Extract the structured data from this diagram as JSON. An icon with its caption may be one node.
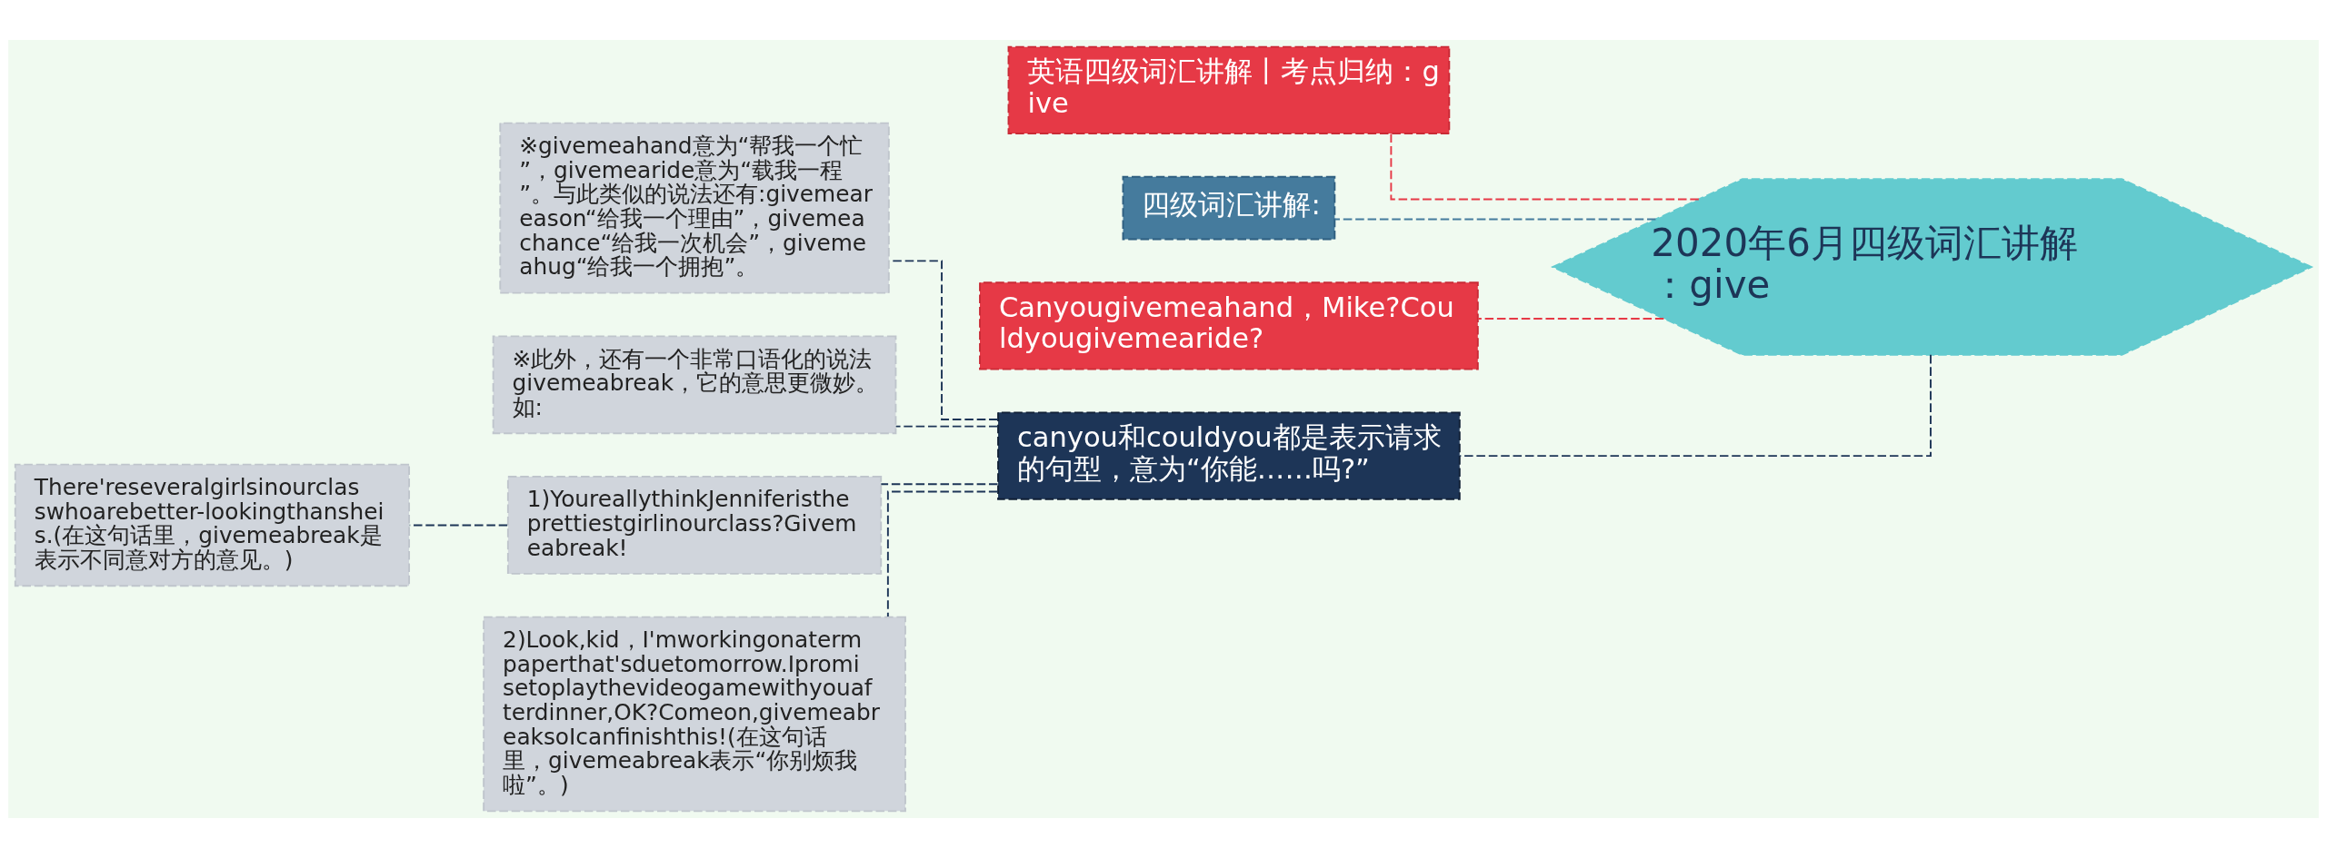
{
  "diagram": {
    "nodes": [
      {
        "text": [
          "2020年6月四级词汇讲解：give"
        ]
      },
      {
        "text": [
          "英语四级词汇讲解丨考点归纳：give"
        ]
      },
      {
        "text": [
          "四级词汇讲解:"
        ]
      },
      {
        "text": [
          "Canyougivemeahand，Mike?Couldyougivemearide?"
        ]
      },
      {
        "text": [
          "canyou和couldyou都是表示请求的句型，意为“你能……吗?”"
        ]
      },
      {
        "text": [
          "※givemeahand意为“帮我一个忙”，givemearide意为“载我一程”。与此类似的说法还有:givemeareason“给我一个理由”，givemeachance“给我一次机会”，givemeahug“给我一个拥抱”。"
        ]
      },
      {
        "text": [
          "※此外，还有一个非常口语化的说法givemeabreak，它的意思更微妙。如:"
        ]
      },
      {
        "text": [
          "1)YoureallythinkJenniferistheprettiestgirlinourclass?Givemeabreak!"
        ]
      },
      {
        "text": [
          "There'reseveralgirlsinourclasswhoarebetter-lookingthansheis.(在这句话里，givemeabreak是表示不同意对方的意见。)"
        ]
      },
      {
        "text": [
          "2)Look,kid，I'mworkingonatermpaperthat'sduetomorrow.Ipromisetoplaythevideogamewithyouafterdinner,OK?Comeon,givemeabreaksoIcanfinishthis!(在这句话里，givemeabreak表示“你别烦我啦”。)"
        ]
      }
    ],
    "edges": [
      {
        "from": 0,
        "to": 1,
        "arrow": "none",
        "style": "dashed",
        "color": "#e63946"
      },
      {
        "from": 0,
        "to": 2,
        "arrow": "none",
        "style": "dashed",
        "color": "#457b9d"
      },
      {
        "from": 0,
        "to": 3,
        "arrow": "none",
        "style": "dashed",
        "color": "#e63946"
      },
      {
        "from": 0,
        "to": 4,
        "arrow": "none",
        "style": "dashed"
      },
      {
        "from": 4,
        "to": 5,
        "arrow": "none",
        "style": "dashed"
      },
      {
        "from": 4,
        "to": 6,
        "arrow": "none",
        "style": "dashed"
      },
      {
        "from": 4,
        "to": 7,
        "arrow": "none",
        "style": "dashed"
      },
      {
        "from": 4,
        "to": 9,
        "arrow": "none",
        "style": "dashed"
      },
      {
        "from": 7,
        "to": 8,
        "arrow": "none",
        "style": "dashed"
      }
    ]
  }
}
